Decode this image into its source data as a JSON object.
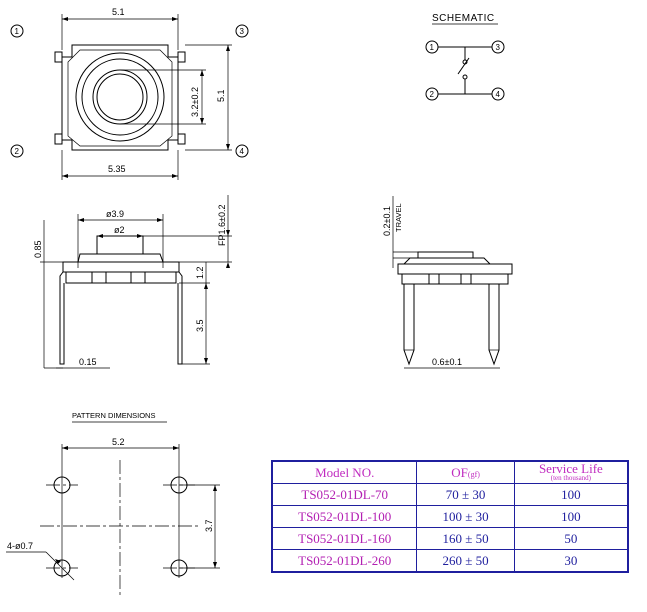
{
  "top_view": {
    "width_top": "5.1",
    "height_right": "5.1",
    "width_bottom": "5.35",
    "inner_dia": "3.2±0.2",
    "pins": [
      "1",
      "2",
      "3",
      "4"
    ]
  },
  "schematic": {
    "title": "SCHEMATIC",
    "pins": [
      "1",
      "3",
      "2",
      "4"
    ]
  },
  "side_view": {
    "dia_outer": "ø3.9",
    "dia_inner": "ø2",
    "stem_height": "FP1.6±0.2",
    "left_dim": "0.85",
    "body_dim": "1.2",
    "pin_len": "3.5",
    "thickness": "0.15"
  },
  "side_view2": {
    "travel": "0.2±0.1",
    "travel_label": "TRAVEL",
    "pin_width": "0.6±0.1"
  },
  "pattern": {
    "title": "PATTERN DIMENSIONS",
    "width": "5.2",
    "height": "3.7",
    "holes": "4-ø0.7"
  },
  "table": {
    "headers": {
      "model": "Model NO.",
      "of": "OF",
      "of_unit": "(gf)",
      "life": "Service Life",
      "life_unit": "(ten thousand)"
    },
    "rows": [
      {
        "model": "TS052-01DL-70",
        "of": "70 ± 30",
        "life": "100"
      },
      {
        "model": "TS052-01DL-100",
        "of": "100 ± 30",
        "life": "100"
      },
      {
        "model": "TS052-01DL-160",
        "of": "160 ± 50",
        "life": "50"
      },
      {
        "model": "TS052-01DL-260",
        "of": "260 ± 50",
        "life": "30"
      }
    ]
  }
}
